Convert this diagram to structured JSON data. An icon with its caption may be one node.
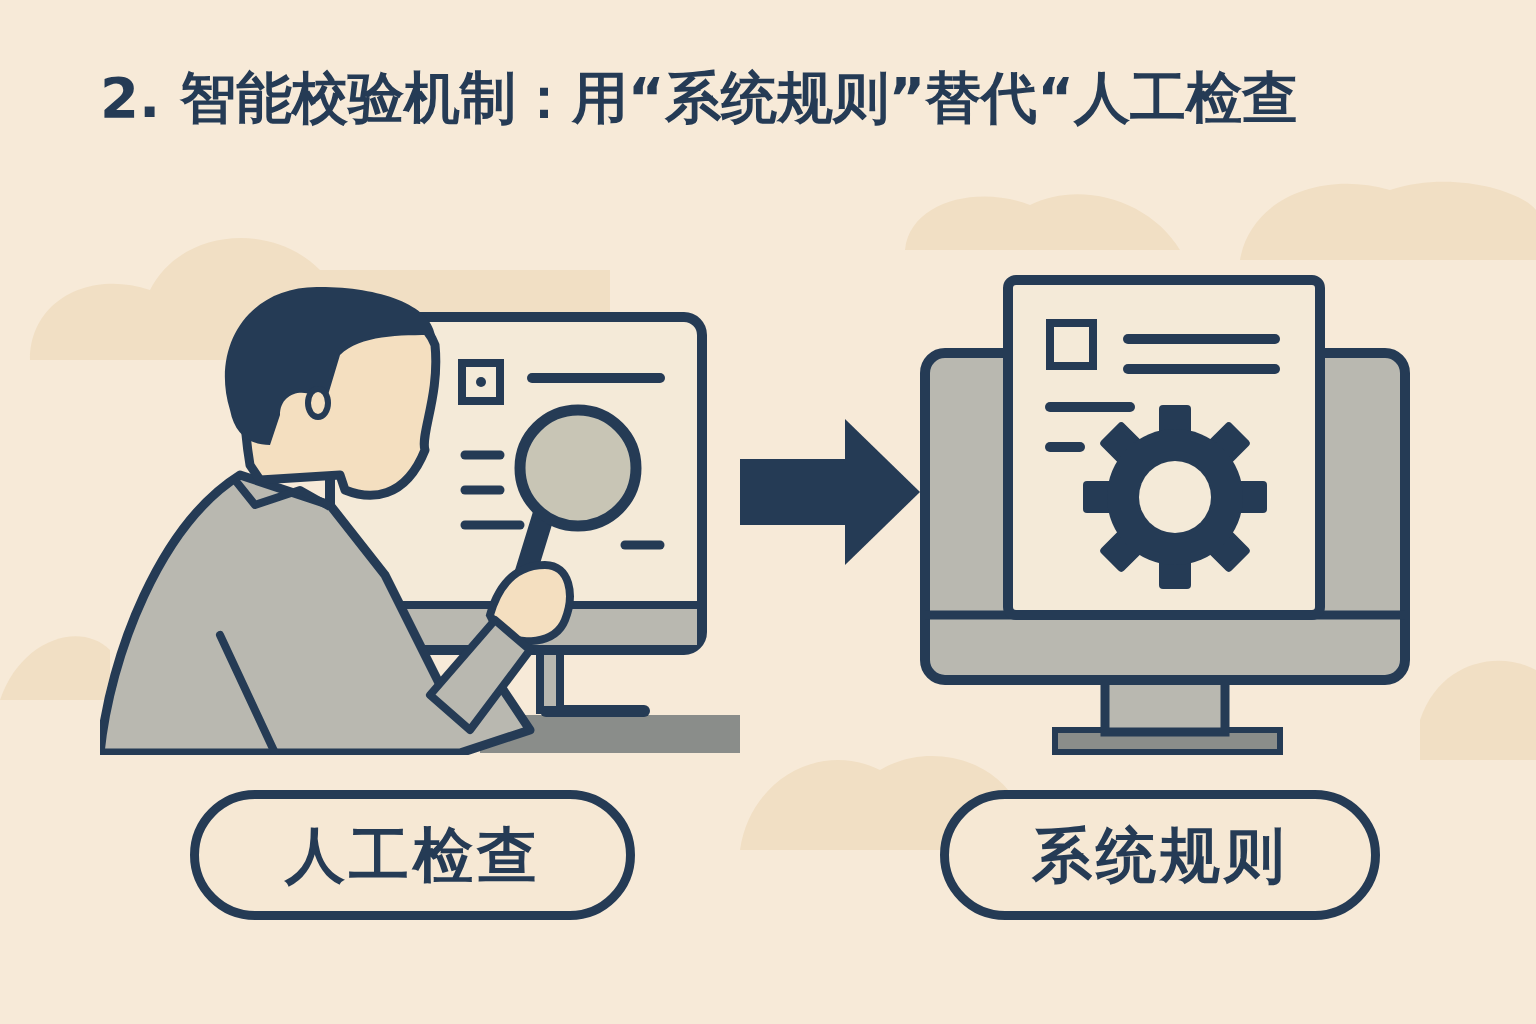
{
  "diagram": {
    "title": "2. 智能校验机制：用“系统规则”替代“人工检查",
    "nodes": [
      {
        "text": [],
        "shape": "picture"
      },
      {
        "text": [],
        "shape": "picture"
      },
      {
        "text": [
          "人工检查"
        ]
      },
      {
        "text": [
          "系统规则"
        ]
      }
    ],
    "edges": [
      {
        "from": 0,
        "to": 1,
        "arrow": "to"
      }
    ]
  }
}
